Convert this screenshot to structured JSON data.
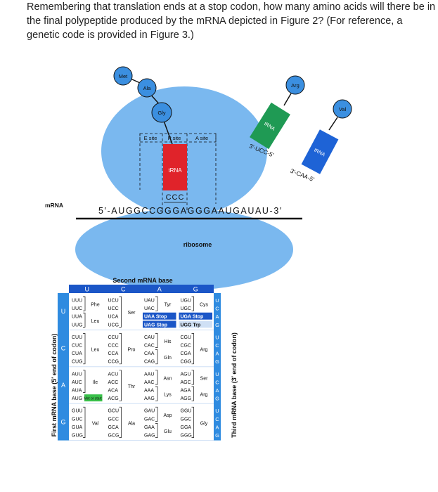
{
  "question": {
    "lines": [
      "Remembering that translation ends at a stop codon, how many amino acids will there be in",
      "the final polypeptide produced by the mRNA depicted in Figure 2? (For reference, a",
      "genetic code is provided in Figure 3.)"
    ]
  },
  "figure2": {
    "amino_acids": [
      "Met",
      "Ala",
      "Gly",
      "Arg",
      "Val"
    ],
    "sites": [
      "E site",
      "P site",
      "A site"
    ],
    "trna_label": "tRNA",
    "anticodon_p": "CCC",
    "anticodon_arg": "3′-UCC-5′",
    "anticodon_val": "3′-CAA-5′",
    "mrna_label": "mRNA",
    "mrna_sequence": "5′-AUGGCCGGGAGGGAAUGAUAU-3′",
    "ribosome_label": "ribosome",
    "colors": {
      "ribosome": "#7ab8ef",
      "trna_p": "#e0232a",
      "trna_arg": "#1f9a54",
      "trna_val": "#1e63d6",
      "amino_acid": "#3b8fe0"
    }
  },
  "figure3": {
    "title": "Second mRNA base",
    "second_bases": [
      "U",
      "C",
      "A",
      "G"
    ],
    "first_base_label": "First mRNA base (5′ end of codon)",
    "third_base_label": "Third mRNA base (3′ end of codon)",
    "first_bases": [
      "U",
      "C",
      "A",
      "G"
    ],
    "third_bases": [
      "U",
      "C",
      "A",
      "G"
    ],
    "rows": [
      [
        {
          "codons": [
            "UUU",
            "UUC",
            "UUA",
            "UUG"
          ],
          "aa": [
            [
              "Phe",
              0,
              1
            ],
            [
              "Leu",
              2,
              3
            ]
          ]
        },
        {
          "codons": [
            "UCU",
            "UCC",
            "UCA",
            "UCG"
          ],
          "aa": [
            [
              "Ser",
              0,
              3
            ]
          ]
        },
        {
          "codons": [
            "UAU",
            "UAC",
            "UAA Stop",
            "UAG Stop"
          ],
          "aa": [
            [
              "Tyr",
              0,
              1
            ]
          ]
        },
        {
          "codons": [
            "UGU",
            "UGC",
            "UGA Stop",
            "UGG Trp"
          ],
          "aa": [
            [
              "Cys",
              0,
              1
            ]
          ]
        }
      ],
      [
        {
          "codons": [
            "CUU",
            "CUC",
            "CUA",
            "CUG"
          ],
          "aa": [
            [
              "Leu",
              0,
              3
            ]
          ]
        },
        {
          "codons": [
            "CCU",
            "CCC",
            "CCA",
            "CCG"
          ],
          "aa": [
            [
              "Pro",
              0,
              3
            ]
          ]
        },
        {
          "codons": [
            "CAU",
            "CAC",
            "CAA",
            "CAG"
          ],
          "aa": [
            [
              "His",
              0,
              1
            ],
            [
              "Gln",
              2,
              3
            ]
          ]
        },
        {
          "codons": [
            "CGU",
            "CGC",
            "CGA",
            "CGG"
          ],
          "aa": [
            [
              "Arg",
              0,
              3
            ]
          ]
        }
      ],
      [
        {
          "codons": [
            "AUU",
            "AUC",
            "AUA",
            "AUG"
          ],
          "aa": [
            [
              "Ile",
              0,
              2
            ]
          ],
          "start_note": "Met or start"
        },
        {
          "codons": [
            "ACU",
            "ACC",
            "ACA",
            "ACG"
          ],
          "aa": [
            [
              "Thr",
              0,
              3
            ]
          ]
        },
        {
          "codons": [
            "AAU",
            "AAC",
            "AAA",
            "AAG"
          ],
          "aa": [
            [
              "Asn",
              0,
              1
            ],
            [
              "Lys",
              2,
              3
            ]
          ]
        },
        {
          "codons": [
            "AGU",
            "AGC",
            "AGA",
            "AGG"
          ],
          "aa": [
            [
              "Ser",
              0,
              1
            ],
            [
              "Arg",
              2,
              3
            ]
          ]
        }
      ],
      [
        {
          "codons": [
            "GUU",
            "GUC",
            "GUA",
            "GUG"
          ],
          "aa": [
            [
              "Val",
              0,
              3
            ]
          ]
        },
        {
          "codons": [
            "GCU",
            "GCC",
            "GCA",
            "GCG"
          ],
          "aa": [
            [
              "Ala",
              0,
              3
            ]
          ]
        },
        {
          "codons": [
            "GAU",
            "GAC",
            "GAA",
            "GAG"
          ],
          "aa": [
            [
              "Asp",
              0,
              1
            ],
            [
              "Glu",
              2,
              3
            ]
          ]
        },
        {
          "codons": [
            "GGU",
            "GGC",
            "GGA",
            "GGG"
          ],
          "aa": [
            [
              "Gly",
              0,
              3
            ]
          ]
        }
      ]
    ],
    "colors": {
      "header": "#1b56c7",
      "side": "#2f8be0",
      "grid": "#cfe0f5",
      "stop": "#1b56c7",
      "start": "#39c04a"
    }
  }
}
